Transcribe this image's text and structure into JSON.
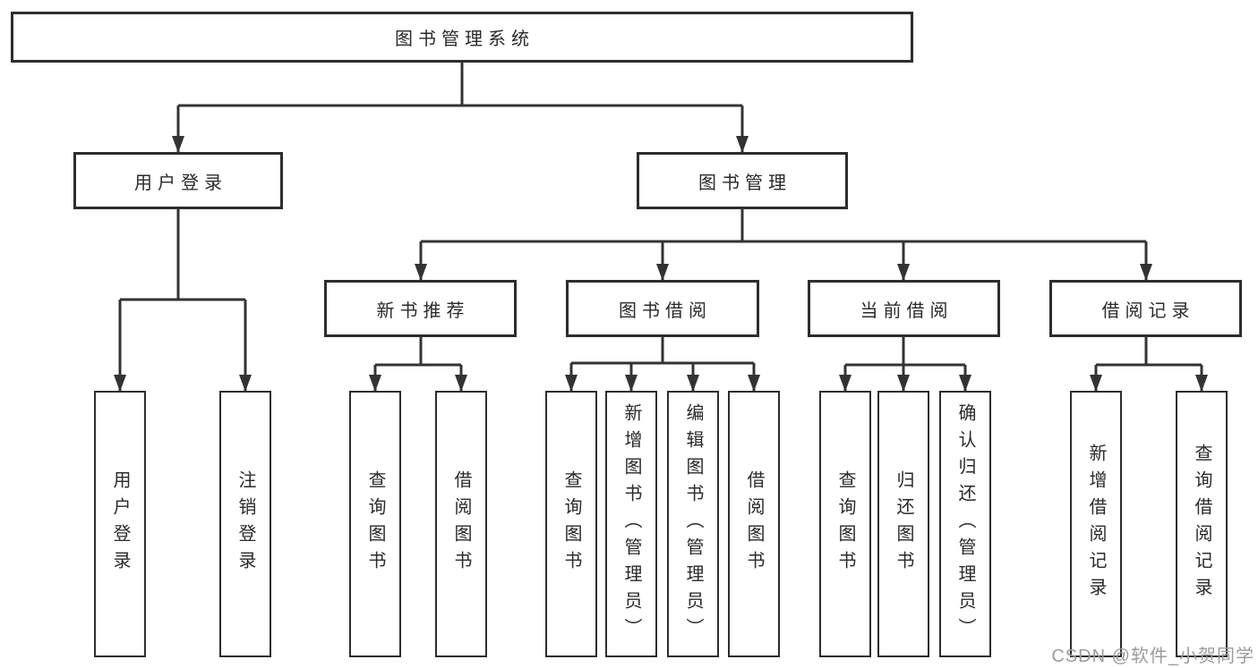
{
  "tree": {
    "root": "图书管理系统",
    "children": [
      {
        "label": "用户登录",
        "children": [
          {
            "label": "用户登录"
          },
          {
            "label": "注销登录"
          }
        ]
      },
      {
        "label": "图书管理",
        "children": [
          {
            "label": "新书推荐",
            "children": [
              {
                "label": "查询图书"
              },
              {
                "label": "借阅图书"
              }
            ]
          },
          {
            "label": "图书借阅",
            "children": [
              {
                "label": "查询图书"
              },
              {
                "label": "新增图书（管理员）"
              },
              {
                "label": "编辑图书（管理员）"
              },
              {
                "label": "借阅图书"
              }
            ]
          },
          {
            "label": "当前借阅",
            "children": [
              {
                "label": "查询图书"
              },
              {
                "label": "归还图书"
              },
              {
                "label": "确认归还（管理员）"
              }
            ]
          },
          {
            "label": "借阅记录",
            "children": [
              {
                "label": "新增借阅记录"
              },
              {
                "label": "查询借阅记录"
              }
            ]
          }
        ]
      }
    ]
  },
  "watermark": {
    "text": "CSDN @软件_小贺同学",
    "color": "#9c9c9c"
  },
  "colors": {
    "line": "#333333",
    "box_border": "#2d2d2d",
    "box_background": "#ffffff",
    "text": "#2a2a2a",
    "page_background": "#ffffff"
  }
}
